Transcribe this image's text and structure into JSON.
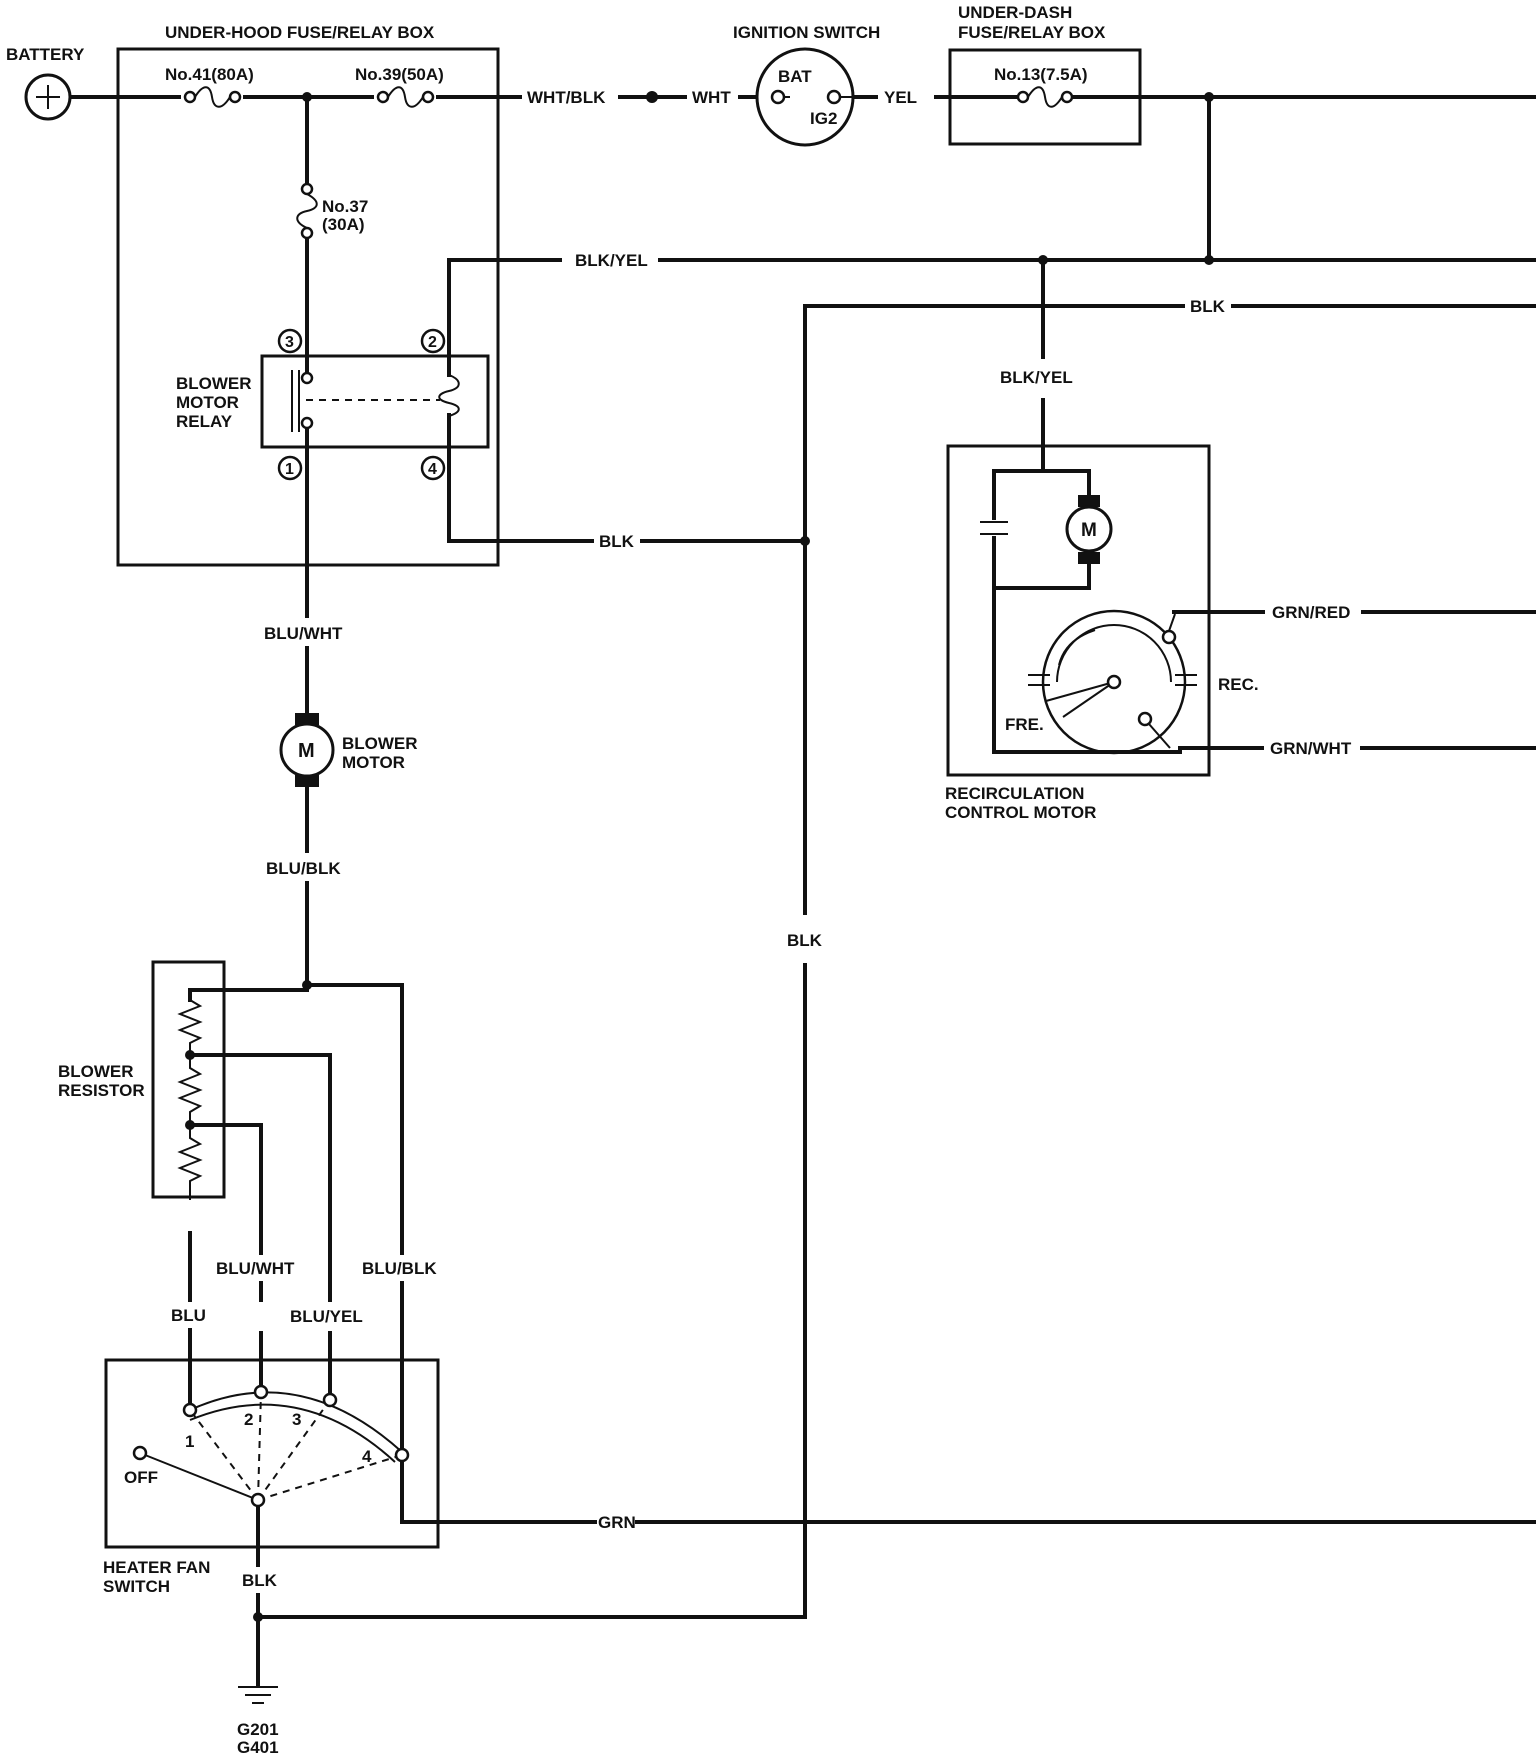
{
  "components": {
    "battery": {
      "label": "BATTERY"
    },
    "underhood_box": {
      "label": "UNDER-HOOD FUSE/RELAY BOX"
    },
    "fuse_41": {
      "label": "No.41(80A)"
    },
    "fuse_39": {
      "label": "No.39(50A)"
    },
    "fuse_37": {
      "label_line1": "No.37",
      "label_line2": "(30A)"
    },
    "ignition_switch": {
      "label": "IGNITION SWITCH",
      "bat": "BAT",
      "ig2": "IG2"
    },
    "underdash_box": {
      "label_line1": "UNDER-DASH",
      "label_line2": "FUSE/RELAY BOX"
    },
    "fuse_13": {
      "label": "No.13(7.5A)"
    },
    "blower_relay": {
      "label_line1": "BLOWER",
      "label_line2": "MOTOR",
      "label_line3": "RELAY",
      "pins": [
        "1",
        "2",
        "3",
        "4"
      ]
    },
    "blower_motor": {
      "symbol": "M",
      "label_line1": "BLOWER",
      "label_line2": "MOTOR"
    },
    "blower_resistor": {
      "label_line1": "BLOWER",
      "label_line2": "RESISTOR"
    },
    "heater_fan_switch": {
      "label_line1": "HEATER FAN",
      "label_line2": "SWITCH",
      "positions": [
        "OFF",
        "1",
        "2",
        "3",
        "4"
      ]
    },
    "recirc_motor": {
      "symbol": "M",
      "label_line1": "RECIRCULATION",
      "label_line2": "CONTROL MOTOR",
      "fre": "FRE.",
      "rec": "REC."
    },
    "ground": {
      "label_line1": "G201",
      "label_line2": "G401"
    }
  },
  "wires": {
    "wht_blk": "WHT/BLK",
    "wht": "WHT",
    "yel": "YEL",
    "blk_yel_top": "BLK/YEL",
    "blk_top": "BLK",
    "blk_yel_recirc": "BLK/YEL",
    "blk_relay": "BLK",
    "blu_wht_motor": "BLU/WHT",
    "blu_blk_motor": "BLU/BLK",
    "blk_vertical": "BLK",
    "grn_red": "GRN/RED",
    "grn_wht": "GRN/WHT",
    "blu": "BLU",
    "blu_wht_sw": "BLU/WHT",
    "blu_yel": "BLU/YEL",
    "blu_blk_sw": "BLU/BLK",
    "grn": "GRN",
    "blk_ground": "BLK"
  }
}
